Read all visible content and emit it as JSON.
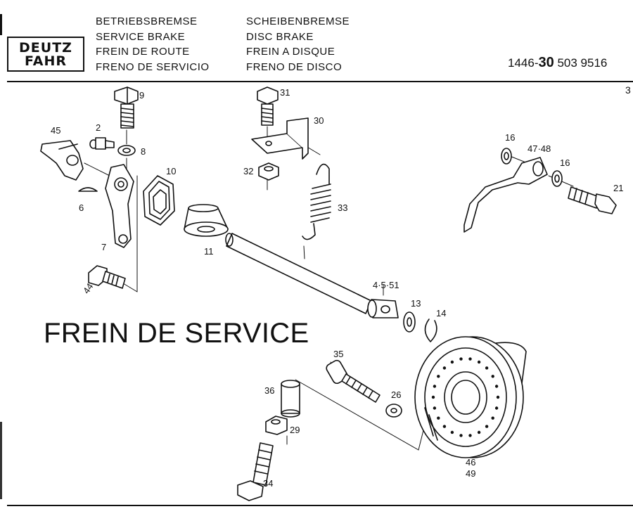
{
  "header": {
    "logo": [
      "DEUTZ",
      "FAHR"
    ],
    "col_a": [
      "BETRIEBSBREMSE",
      "SERVICE BRAKE",
      "FREIN DE ROUTE",
      "FRENO DE SERVICIO"
    ],
    "col_b": [
      "SCHEIBENBREMSE",
      "DISC BRAKE",
      "FREIN A DISQUE",
      "FRENO DE DISCO"
    ],
    "part_number": {
      "prefix": "1446-",
      "bold": "30",
      "suffix": " 503  9516"
    },
    "page": "3"
  },
  "overlay_title": "FREIN DE SERVICE",
  "callouts": {
    "c9": "9",
    "c2": "2",
    "c45": "45",
    "c8": "8",
    "c10": "10",
    "c6": "6",
    "c7": "7",
    "c11": "11",
    "c44": "44",
    "c31": "31",
    "c30": "30",
    "c32": "32",
    "c33": "33",
    "c16a": "16",
    "c4748": "47·48",
    "c16b": "16",
    "c21": "21",
    "c4551": "4·5·51",
    "c13": "13",
    "c14": "14",
    "c35": "35",
    "c26": "26",
    "c36": "36",
    "c29": "29",
    "c34": "34",
    "c46": "46",
    "c49": "49"
  }
}
